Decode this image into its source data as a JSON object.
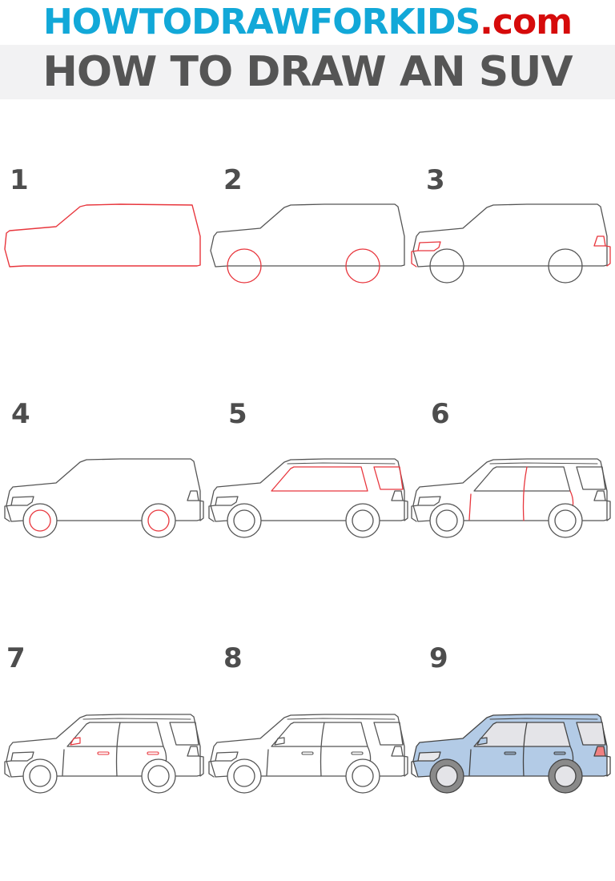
{
  "header": {
    "site_name": "HOWTODRAWFORKIDS",
    "site_tld": ".com",
    "page_title": "HOW TO DRAW AN SUV"
  },
  "colors": {
    "site_name": "#12a8d8",
    "site_tld": "#d60b0b",
    "title_text": "#555555",
    "title_band": "#f2f2f3",
    "step_number": "#4d4d4d",
    "outline": "#555555",
    "new_stroke": "#e8363d",
    "body_fill": "#b3cbe6",
    "window_fill": "#e4e4e8",
    "tire_fill": "#8a8a8a",
    "hub_fill": "#e4e4e8",
    "taillight_fill": "#f08080"
  },
  "steps": [
    {
      "number": "1",
      "new_parts": [
        "body-outline"
      ]
    },
    {
      "number": "2",
      "new_parts": [
        "wheels"
      ]
    },
    {
      "number": "3",
      "new_parts": [
        "headlight",
        "front-bumper",
        "taillight",
        "rear-bumper"
      ]
    },
    {
      "number": "4",
      "new_parts": [
        "wheel-hubs"
      ]
    },
    {
      "number": "5",
      "new_parts": [
        "windows"
      ]
    },
    {
      "number": "6",
      "new_parts": [
        "door-lines"
      ]
    },
    {
      "number": "7",
      "new_parts": [
        "side-mirror",
        "door-handles"
      ]
    },
    {
      "number": "8",
      "new_parts": []
    },
    {
      "number": "9",
      "new_parts": [
        "coloring"
      ]
    }
  ]
}
